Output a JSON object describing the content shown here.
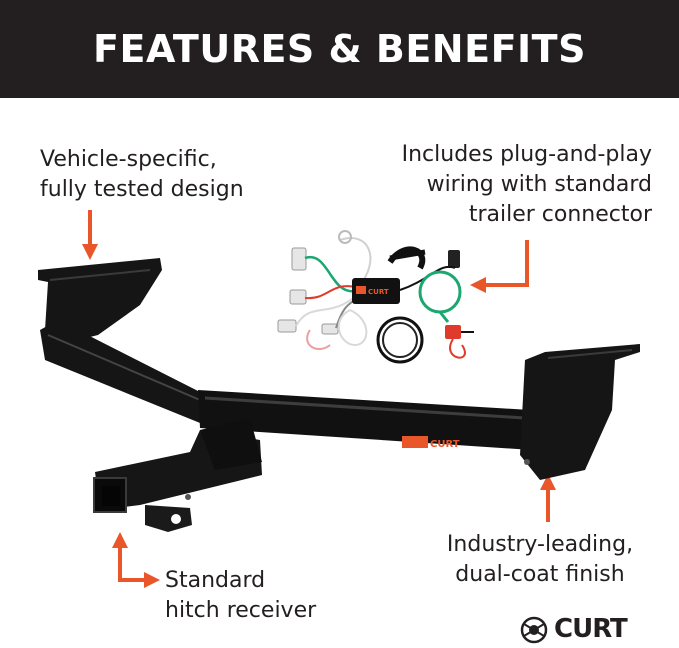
{
  "header": {
    "title": "FEATURES & BENEFITS"
  },
  "callouts": {
    "vehicle_specific": [
      "Vehicle-specific,",
      "fully tested design"
    ],
    "wiring": [
      "Includes plug-and-play",
      "wiring with standard",
      "trailer connector"
    ],
    "finish": [
      "Industry-leading,",
      "dual-coat finish"
    ],
    "receiver": [
      "Standard",
      "hitch receiver"
    ]
  },
  "product": {
    "hitch_logo": "CURT",
    "wiring_box_logo": "CURT"
  },
  "brand": {
    "logo_text": "CURT"
  },
  "colors": {
    "header_bg": "#231f20",
    "arrow": "#e8562a",
    "hitch": "#151515",
    "text": "#231f20"
  }
}
